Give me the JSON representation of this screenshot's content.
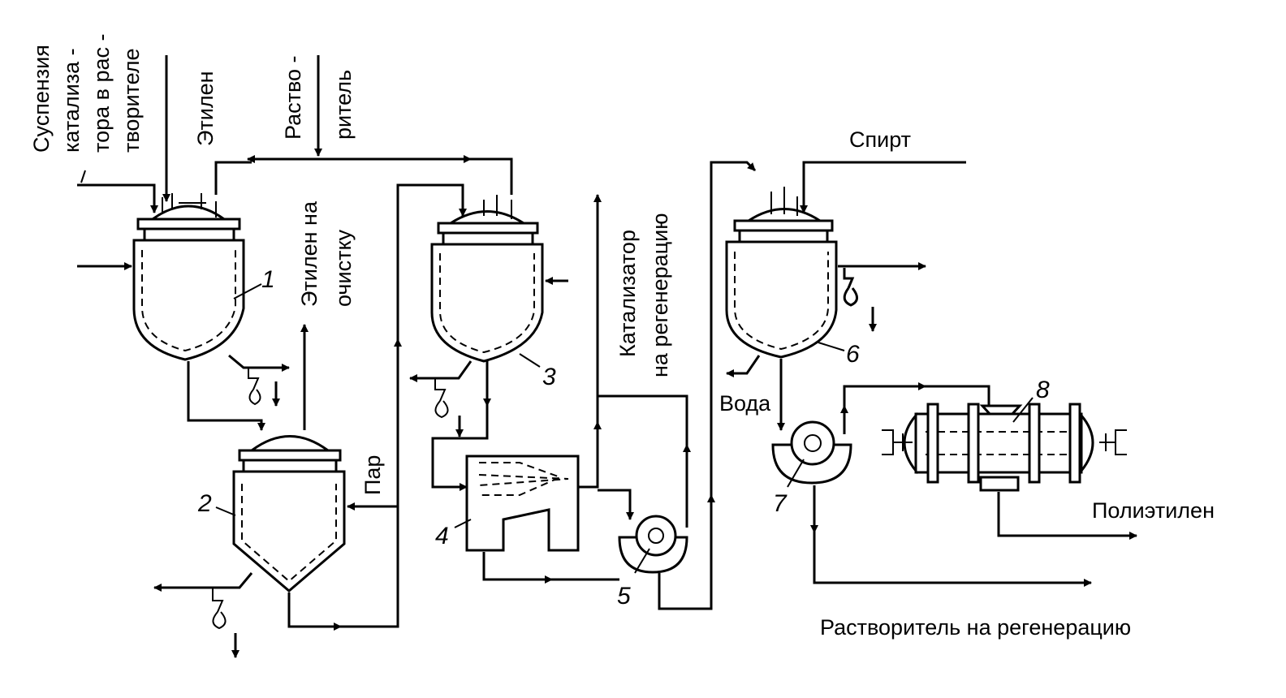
{
  "labels": {
    "catalyst_suspension": [
      "Суспензия",
      "катализа -",
      "тора в рас -",
      "творителе"
    ],
    "ethylene": "Этилен",
    "solvent": [
      "Раство -",
      "ритель"
    ],
    "ethylene_to_purification": [
      "Этилен на",
      "очистку"
    ],
    "catalyst_to_regeneration": [
      "Катализатор",
      "на регенерацию"
    ],
    "alcohol": "Спирт",
    "steam": "Пар",
    "water": "Вода",
    "polyethylene": "Полиэтилен",
    "solvent_to_regeneration": "Растворитель на регенерацию"
  },
  "equipment_numbers": [
    "1",
    "2",
    "3",
    "4",
    "5",
    "6",
    "7",
    "8"
  ]
}
